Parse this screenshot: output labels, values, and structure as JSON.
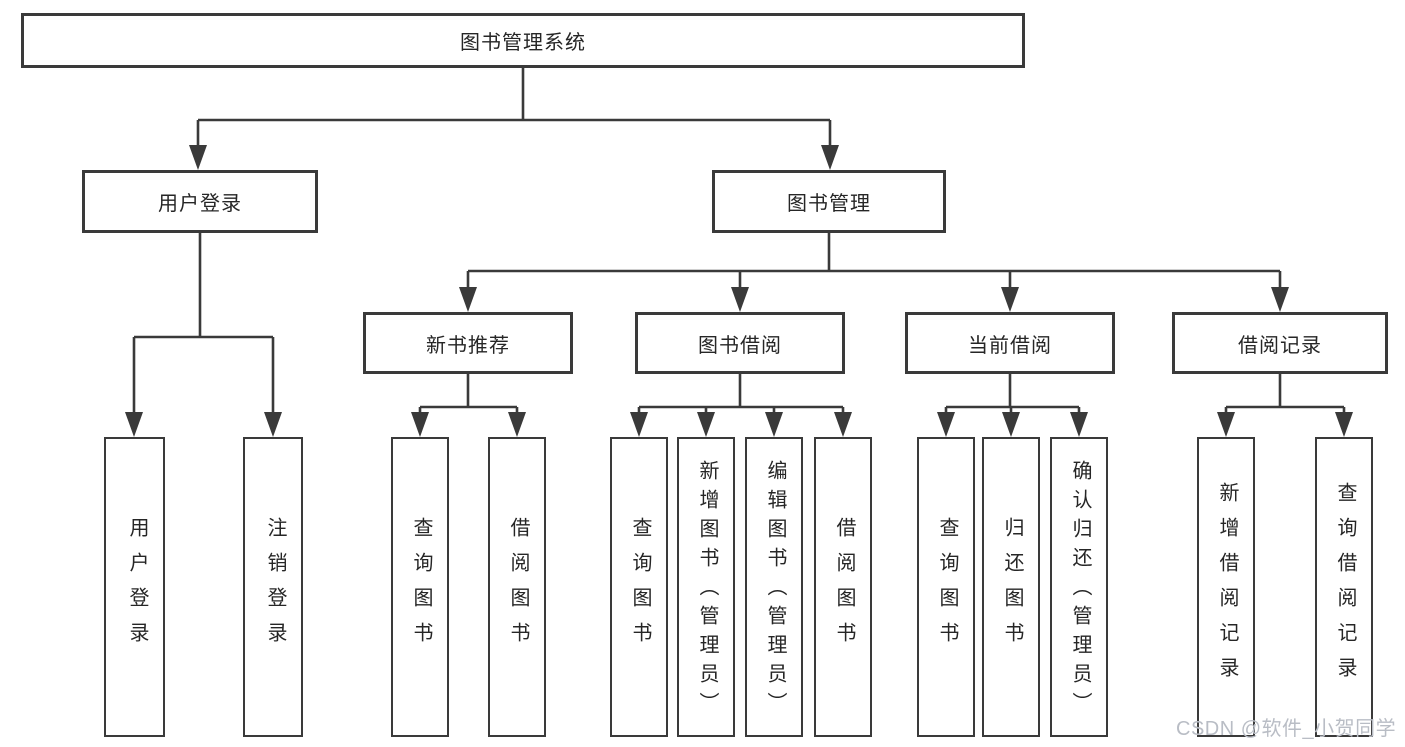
{
  "root": {
    "label": "图书管理系统"
  },
  "level2": {
    "user_login": {
      "label": "用户登录"
    },
    "book_mgmt": {
      "label": "图书管理"
    }
  },
  "level3": {
    "new_books": {
      "label": "新书推荐"
    },
    "borrowing": {
      "label": "图书借阅"
    },
    "current": {
      "label": "当前借阅"
    },
    "records": {
      "label": "借阅记录"
    }
  },
  "leaves": {
    "user_login": [
      "用户登录",
      "注销登录"
    ],
    "new_books": [
      "查询图书",
      "借阅图书"
    ],
    "borrowing": [
      "查询图书",
      "新增图书（管理员）",
      "编辑图书（管理员）",
      "借阅图书"
    ],
    "current": [
      "查询图书",
      "归还图书",
      "确认归还（管理员）"
    ],
    "records": [
      "新增借阅记录",
      "查询借阅记录"
    ]
  },
  "watermark": "CSDN @软件_小贺同学",
  "colors": {
    "line": "#3a3a3a",
    "text": "#262626",
    "background": "#ffffff",
    "watermark": "#b9bdc5"
  }
}
